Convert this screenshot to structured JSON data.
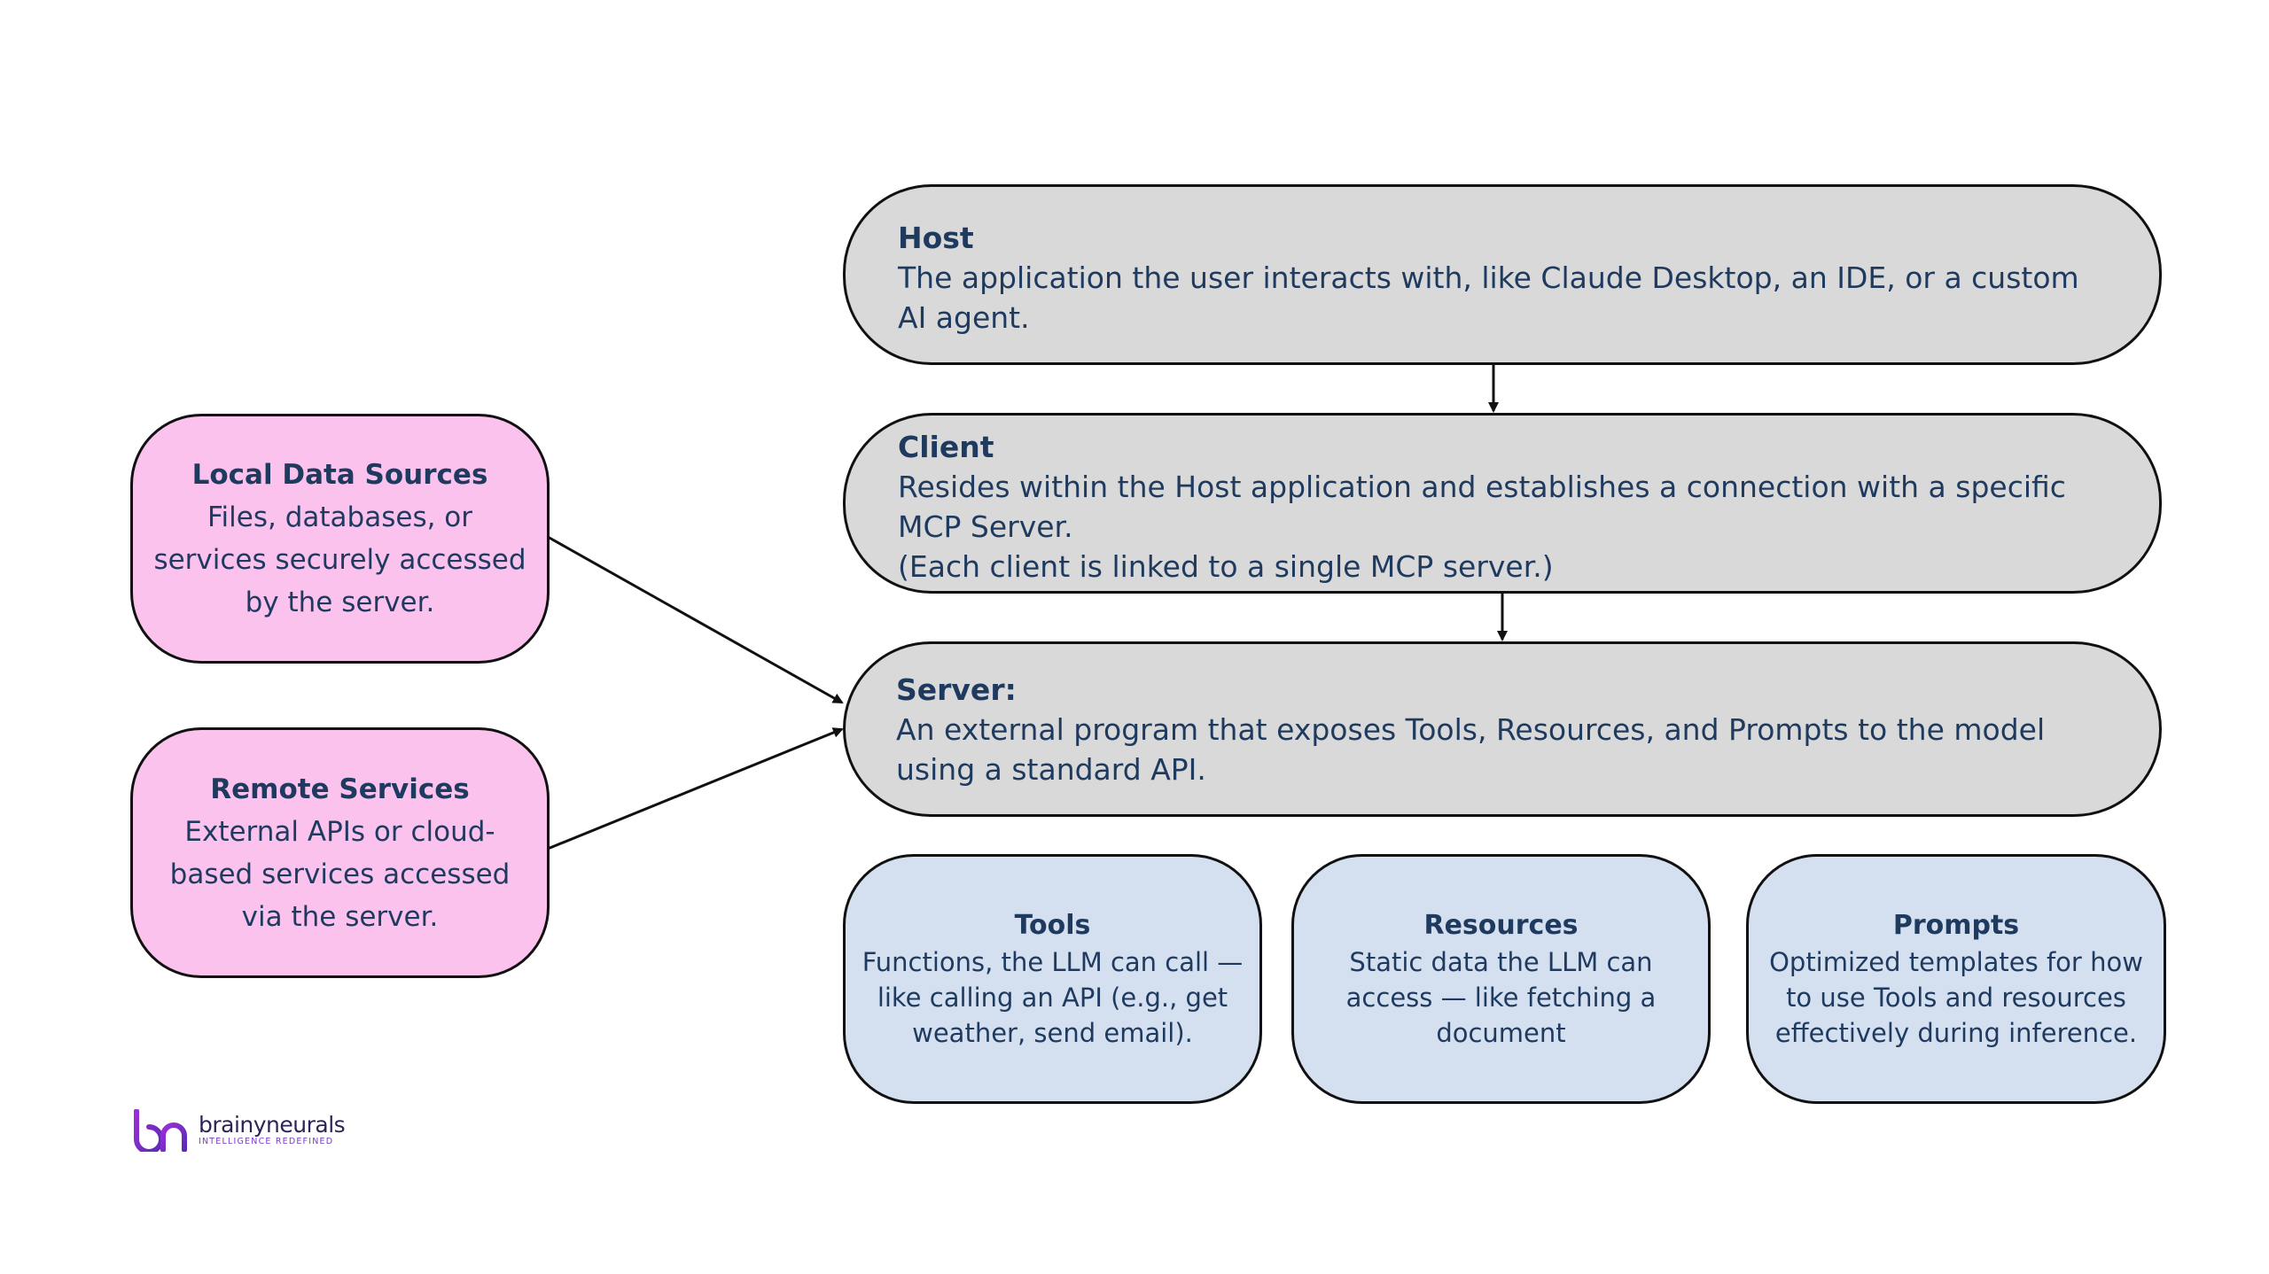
{
  "host": {
    "title": "Host",
    "text": "The application the user interacts with, like Claude Desktop, an IDE, or a custom AI agent."
  },
  "client": {
    "title": "Client",
    "text": "Resides within the Host application and establishes a connection with a specific MCP Server.",
    "note": "(Each client is linked to a single MCP server.)"
  },
  "server": {
    "title": "Server:",
    "text": "An external program that exposes Tools, Resources, and Prompts to the model using a standard API."
  },
  "local_sources": {
    "title": "Local Data Sources",
    "text": "Files, databases, or services securely accessed by the server."
  },
  "remote_services": {
    "title": "Remote Services",
    "text": "External APIs or cloud-based services accessed via the server."
  },
  "tools": {
    "title": "Tools",
    "text": "Functions, the LLM can call — like calling an API (e.g., get weather, send email)."
  },
  "resources": {
    "title": "Resources",
    "text": "Static data the LLM can access — like fetching a document"
  },
  "prompts": {
    "title": "Prompts",
    "text": "Optimized templates for how to use Tools and resources effectively during inference."
  },
  "logo": {
    "mark": "bn",
    "name": "brainyneurals",
    "tagline": "INTELLIGENCE REDEFINED"
  },
  "colors": {
    "gray_box": "#d9d9d9",
    "pink_box": "#fbc2ee",
    "blue_box": "#d4dff0",
    "text": "#1f3a5f",
    "logo_purple": "#7a3bc8"
  }
}
